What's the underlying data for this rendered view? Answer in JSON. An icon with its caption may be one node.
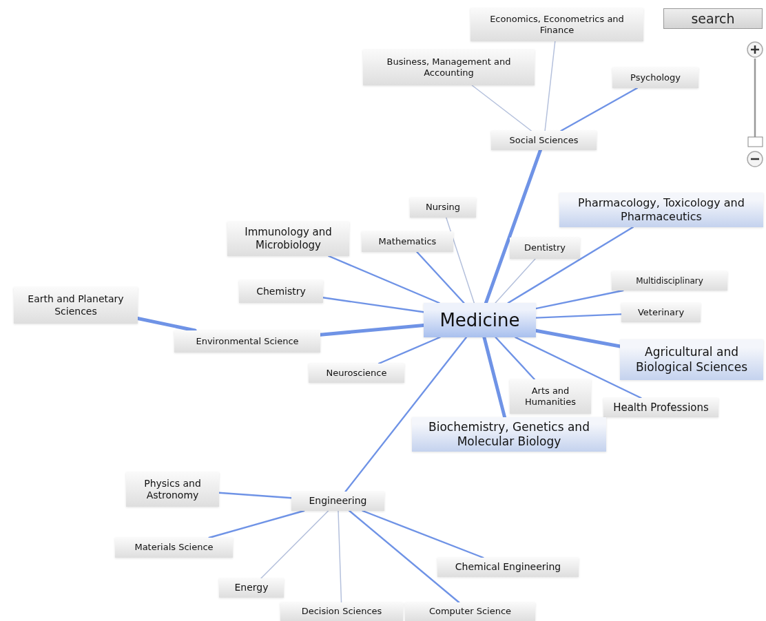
{
  "diagram": {
    "nodes": [
      {
        "text": [
          "Economics, Econometrics and Finance"
        ]
      },
      {
        "text": [
          "Business, Management and Accounting"
        ]
      },
      {
        "text": [
          "Psychology"
        ]
      },
      {
        "text": [
          "Social Sciences"
        ]
      },
      {
        "text": [
          "Nursing"
        ]
      },
      {
        "text": [
          "Pharmacology, Toxicology and Pharmaceutics"
        ]
      },
      {
        "text": [
          "Immunology and Microbiology"
        ]
      },
      {
        "text": [
          "Mathematics"
        ]
      },
      {
        "text": [
          "Dentistry"
        ]
      },
      {
        "text": [
          "Multidisciplinary"
        ]
      },
      {
        "text": [
          "Chemistry"
        ]
      },
      {
        "text": [
          "Earth and Planetary Sciences"
        ]
      },
      {
        "text": [
          "Medicine"
        ]
      },
      {
        "text": [
          "Veterinary"
        ]
      },
      {
        "text": [
          "Environmental Science"
        ]
      },
      {
        "text": [
          "Agricultural and Biological Sciences"
        ]
      },
      {
        "text": [
          "Neuroscience"
        ]
      },
      {
        "text": [
          "Arts and Humanities"
        ]
      },
      {
        "text": [
          "Health Professions"
        ]
      },
      {
        "text": [
          "Biochemistry, Genetics and Molecular Biology"
        ]
      },
      {
        "text": [
          "Physics and Astronomy"
        ]
      },
      {
        "text": [
          "Engineering"
        ]
      },
      {
        "text": [
          "Materials Science"
        ]
      },
      {
        "text": [
          "Chemical Engineering"
        ]
      },
      {
        "text": [
          "Energy"
        ]
      },
      {
        "text": [
          "Decision Sciences"
        ]
      },
      {
        "text": [
          "Computer Science"
        ]
      }
    ],
    "edges": [
      {
        "from": 12,
        "to": 3,
        "arrow": "none",
        "style": "thick"
      },
      {
        "from": 3,
        "to": 0,
        "arrow": "none",
        "color": "#b4c0dc"
      },
      {
        "from": 3,
        "to": 1,
        "arrow": "none",
        "color": "#b4c0dc"
      },
      {
        "from": 3,
        "to": 2,
        "arrow": "none"
      },
      {
        "from": 12,
        "to": 4,
        "arrow": "none",
        "color": "#b4c0dc"
      },
      {
        "from": 12,
        "to": 5,
        "arrow": "none"
      },
      {
        "from": 12,
        "to": 6,
        "arrow": "none"
      },
      {
        "from": 12,
        "to": 7,
        "arrow": "none"
      },
      {
        "from": 12,
        "to": 8,
        "arrow": "none",
        "color": "#b4c0dc"
      },
      {
        "from": 12,
        "to": 9,
        "arrow": "none"
      },
      {
        "from": 12,
        "to": 10,
        "arrow": "none"
      },
      {
        "from": 12,
        "to": 14,
        "arrow": "none",
        "style": "thick"
      },
      {
        "from": 14,
        "to": 11,
        "arrow": "none",
        "style": "thick"
      },
      {
        "from": 12,
        "to": 13,
        "arrow": "none"
      },
      {
        "from": 12,
        "to": 15,
        "arrow": "none",
        "style": "thick"
      },
      {
        "from": 12,
        "to": 16,
        "arrow": "none"
      },
      {
        "from": 12,
        "to": 17,
        "arrow": "none"
      },
      {
        "from": 12,
        "to": 18,
        "arrow": "none"
      },
      {
        "from": 12,
        "to": 19,
        "arrow": "none",
        "style": "thick"
      },
      {
        "from": 12,
        "to": 21,
        "arrow": "none"
      },
      {
        "from": 21,
        "to": 20,
        "arrow": "none"
      },
      {
        "from": 21,
        "to": 22,
        "arrow": "none"
      },
      {
        "from": 21,
        "to": 23,
        "arrow": "none"
      },
      {
        "from": 21,
        "to": 24,
        "arrow": "none",
        "color": "#b4c0dc"
      },
      {
        "from": 21,
        "to": 25,
        "arrow": "none",
        "color": "#b4c0dc"
      },
      {
        "from": 21,
        "to": 26,
        "arrow": "none"
      }
    ],
    "labels": [
      "search"
    ]
  }
}
